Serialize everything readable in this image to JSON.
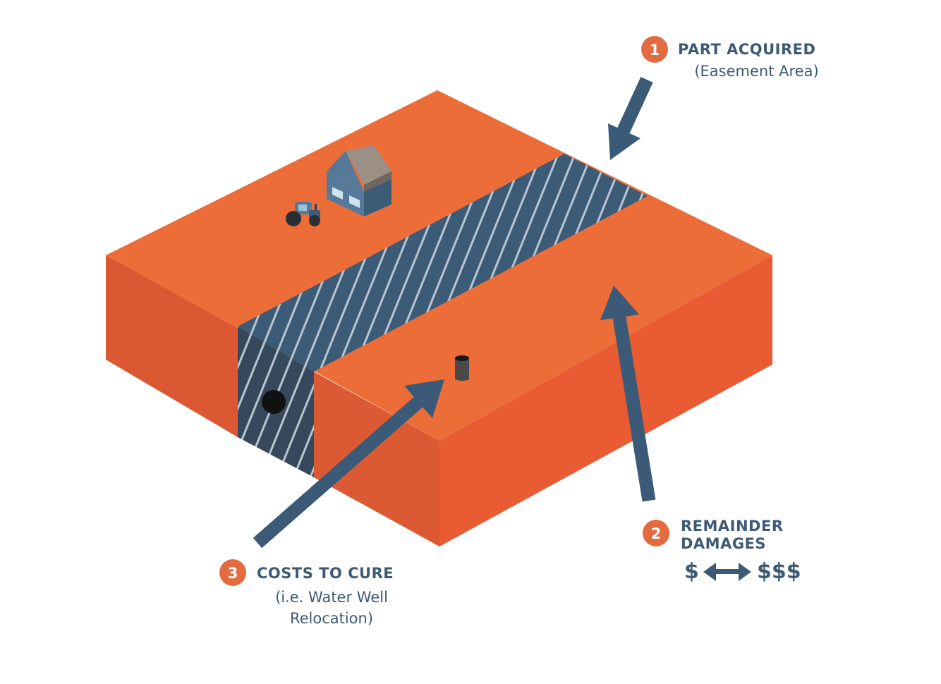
{
  "colors": {
    "top": "#ec6d38",
    "left_face": "#db5833",
    "right_face": "#e85b33",
    "easement": "#3c5b77",
    "easement_side": "#36495c",
    "stripe": "#b8c6d1",
    "arrow": "#3a5a77",
    "badge": "#e46a3f",
    "text": "#3d5a75"
  },
  "icons": [
    "house-icon",
    "tractor-icon",
    "water-well-icon",
    "pipe-icon",
    "double-arrow-icon"
  ],
  "callouts": [
    {
      "number": "1",
      "title": "PART ACQUIRED",
      "subtitle": "(Easement Area)"
    },
    {
      "number": "2",
      "title_line1": "REMAINDER",
      "title_line2": "DAMAGES",
      "cost_low": "$",
      "cost_high": "$$$"
    },
    {
      "number": "3",
      "title": "COSTS TO CURE",
      "subtitle_line1": "(i.e. Water Well",
      "subtitle_line2": "Relocation)"
    }
  ]
}
